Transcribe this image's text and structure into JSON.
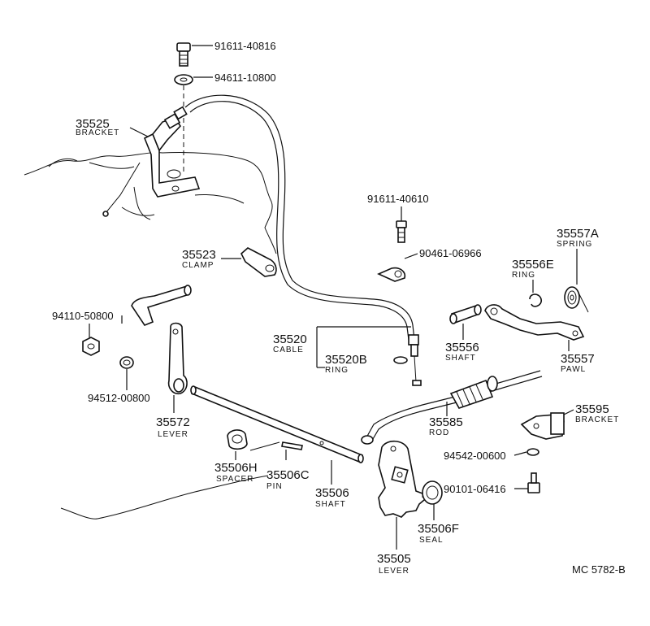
{
  "diagram": {
    "code": "MC 5782-B",
    "parts": {
      "p91611_40816": {
        "number": "91611-40816"
      },
      "p94611_10800": {
        "number": "94611-10800"
      },
      "p35525": {
        "number": "35525",
        "name": "BRACKET"
      },
      "p35523": {
        "number": "35523",
        "name": "CLAMP"
      },
      "p91611_40610": {
        "number": "91611-40610"
      },
      "p90461_06966": {
        "number": "90461-06966"
      },
      "p35557A": {
        "number": "35557A",
        "name": "SPRING"
      },
      "p35556E": {
        "number": "35556E",
        "name": "RING"
      },
      "p94110_50800": {
        "number": "94110-50800"
      },
      "p35520": {
        "number": "35520",
        "name": "CABLE"
      },
      "p35520B": {
        "number": "35520B",
        "name": "RING"
      },
      "p35556": {
        "number": "35556",
        "name": "SHAFT"
      },
      "p35557": {
        "number": "35557",
        "name": "PAWL"
      },
      "p94512_00800": {
        "number": "94512-00800"
      },
      "p35572": {
        "number": "35572",
        "name": "LEVER"
      },
      "p35585": {
        "number": "35585",
        "name": "ROD"
      },
      "p35595": {
        "number": "35595",
        "name": "BRACKET"
      },
      "p94542_00600": {
        "number": "94542-00600"
      },
      "p35506H": {
        "number": "35506H",
        "name": "SPACER"
      },
      "p35506C": {
        "number": "35506C",
        "name": "PIN"
      },
      "p35506": {
        "number": "35506",
        "name": "SHAFT"
      },
      "p90101_06416": {
        "number": "90101-06416"
      },
      "p35506F": {
        "number": "35506F",
        "name": "SEAL"
      },
      "p35505": {
        "number": "35505",
        "name": "LEVER"
      }
    }
  }
}
